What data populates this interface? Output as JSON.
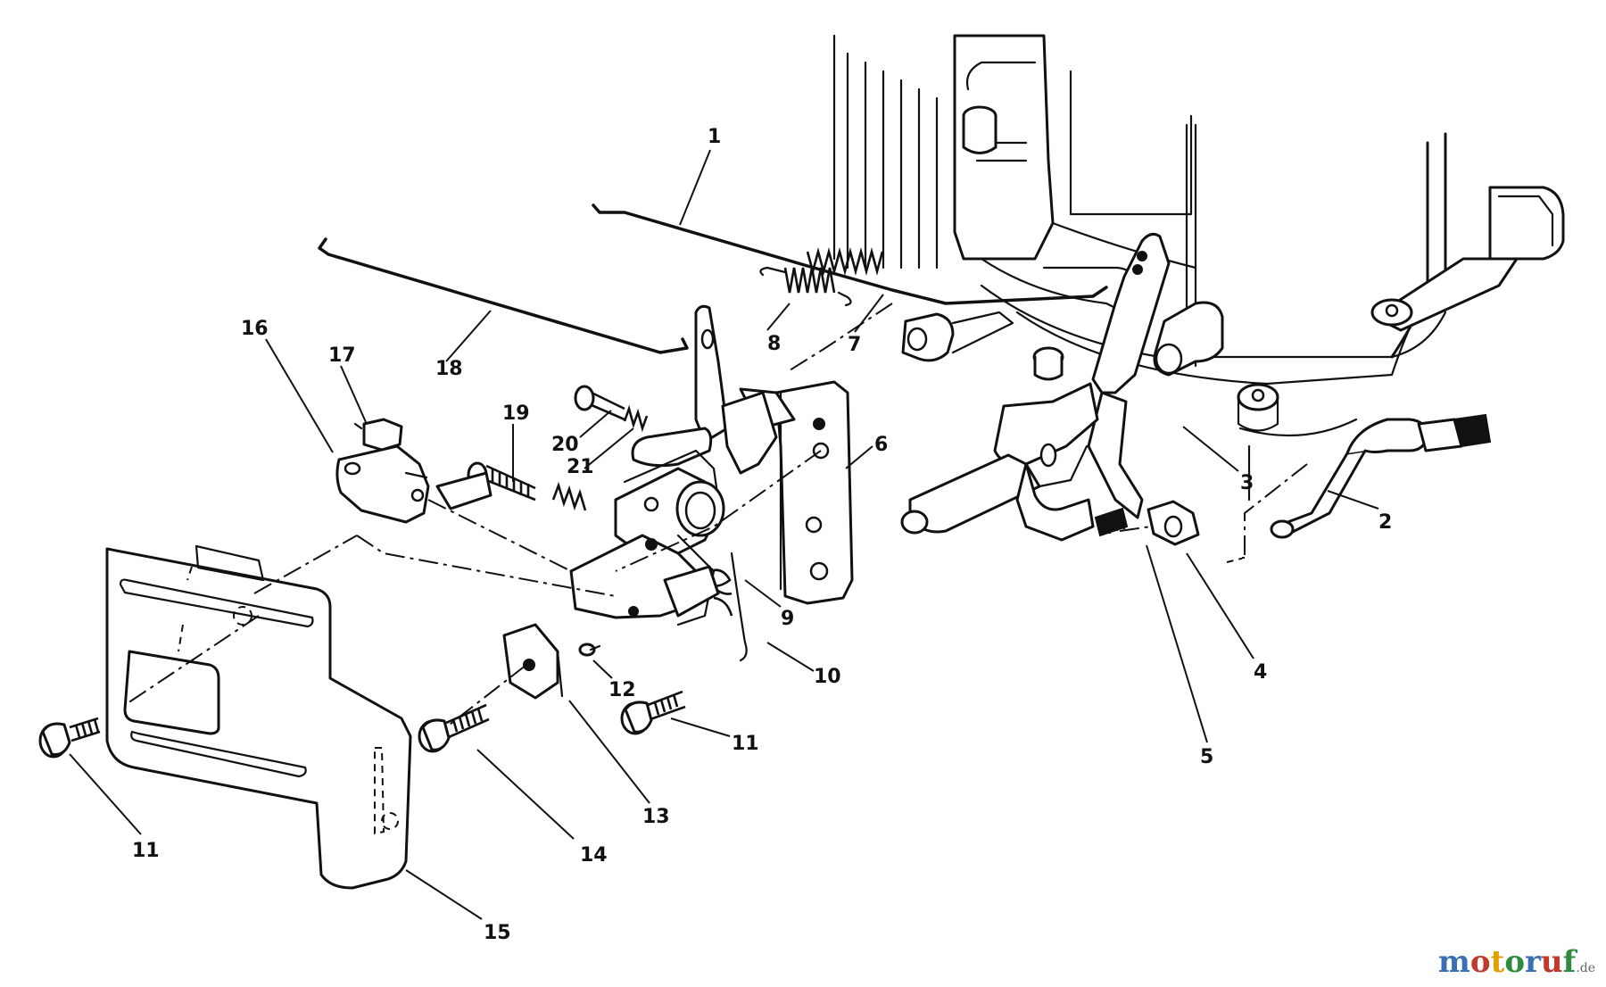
{
  "diagram": {
    "callouts": [
      {
        "label": "1"
      },
      {
        "label": "2"
      },
      {
        "label": "3"
      },
      {
        "label": "4"
      },
      {
        "label": "5"
      },
      {
        "label": "6"
      },
      {
        "label": "7"
      },
      {
        "label": "8"
      },
      {
        "label": "9"
      },
      {
        "label": "10"
      },
      {
        "label": "11"
      },
      {
        "label": "11"
      },
      {
        "label": "12"
      },
      {
        "label": "13"
      },
      {
        "label": "14"
      },
      {
        "label": "15"
      },
      {
        "label": "16"
      },
      {
        "label": "17"
      },
      {
        "label": "18"
      },
      {
        "label": "19"
      },
      {
        "label": "20"
      },
      {
        "label": "21"
      }
    ]
  },
  "watermark": {
    "text": "motoruf",
    "suffix": ".de",
    "letter_colors": [
      "#3a6fb5",
      "#c0392b",
      "#e0a100",
      "#2e8b3e",
      "#3a6fb5",
      "#c0392b",
      "#2e8b3e"
    ]
  }
}
